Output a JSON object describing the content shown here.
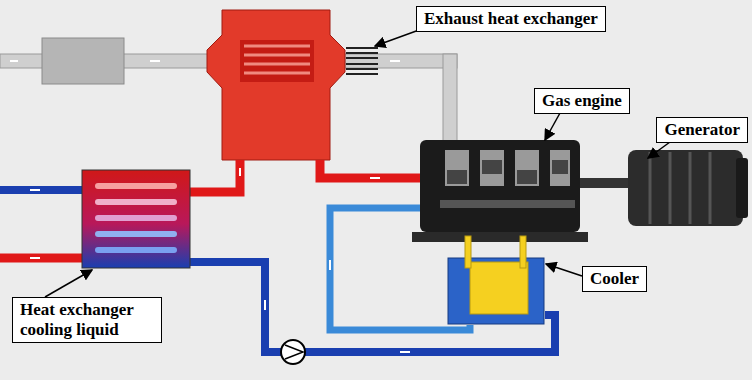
{
  "diagram": {
    "nodes": [
      {
        "text": [
          "Exhaust heat exchanger"
        ]
      },
      {
        "text": [
          "Gas engine"
        ]
      },
      {
        "text": [
          "Generator"
        ]
      },
      {
        "text": [
          "Cooler"
        ]
      },
      {
        "text": [
          "Heat exchanger cooling liquid"
        ]
      }
    ]
  }
}
